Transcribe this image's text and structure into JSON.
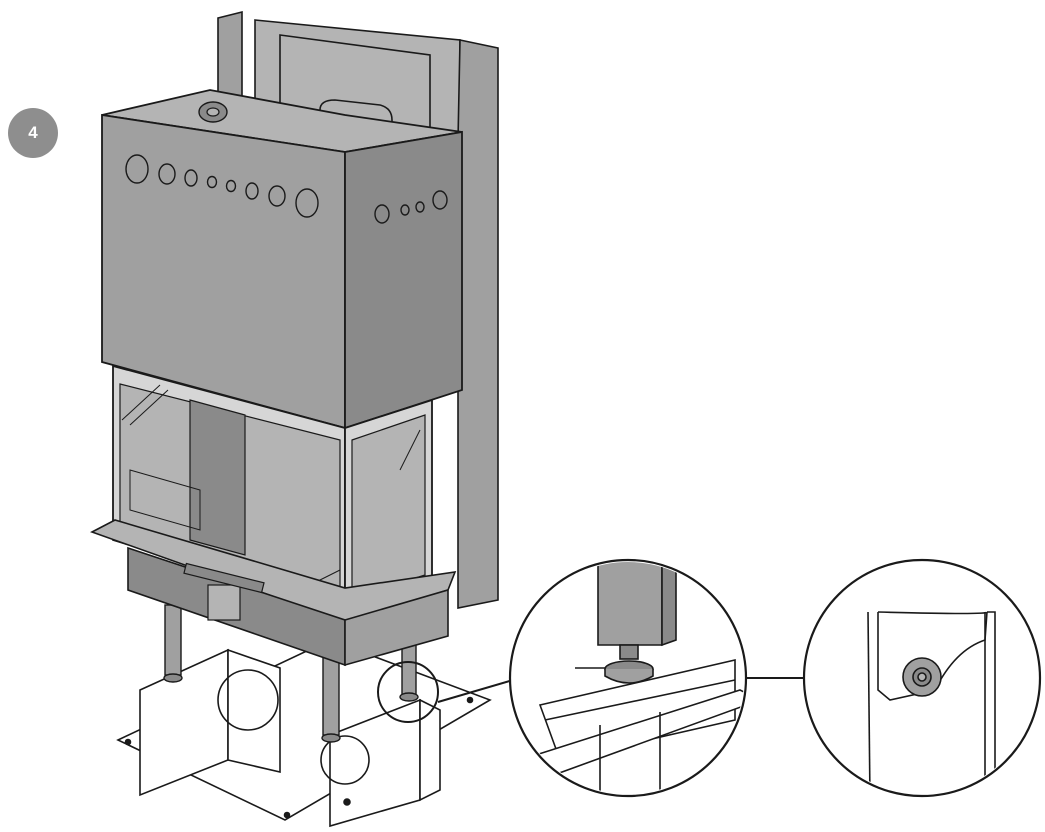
{
  "step": {
    "number": "4"
  },
  "colors": {
    "badge": "#8e8e8e",
    "panel_fill": "#a0a0a0",
    "panel_dark": "#8a8a8a",
    "panel_light": "#b4b4b4",
    "glass": "#d6d6d6",
    "outline": "#1a1a1a",
    "base_fill": "#ffffff",
    "lens_stroke": "#1a1a1a"
  },
  "figure": {
    "subject": "fireplace-insert-on-base-frame",
    "detail_views": [
      "adjustable-foot-detail",
      "foot-bolt-top-view"
    ]
  }
}
